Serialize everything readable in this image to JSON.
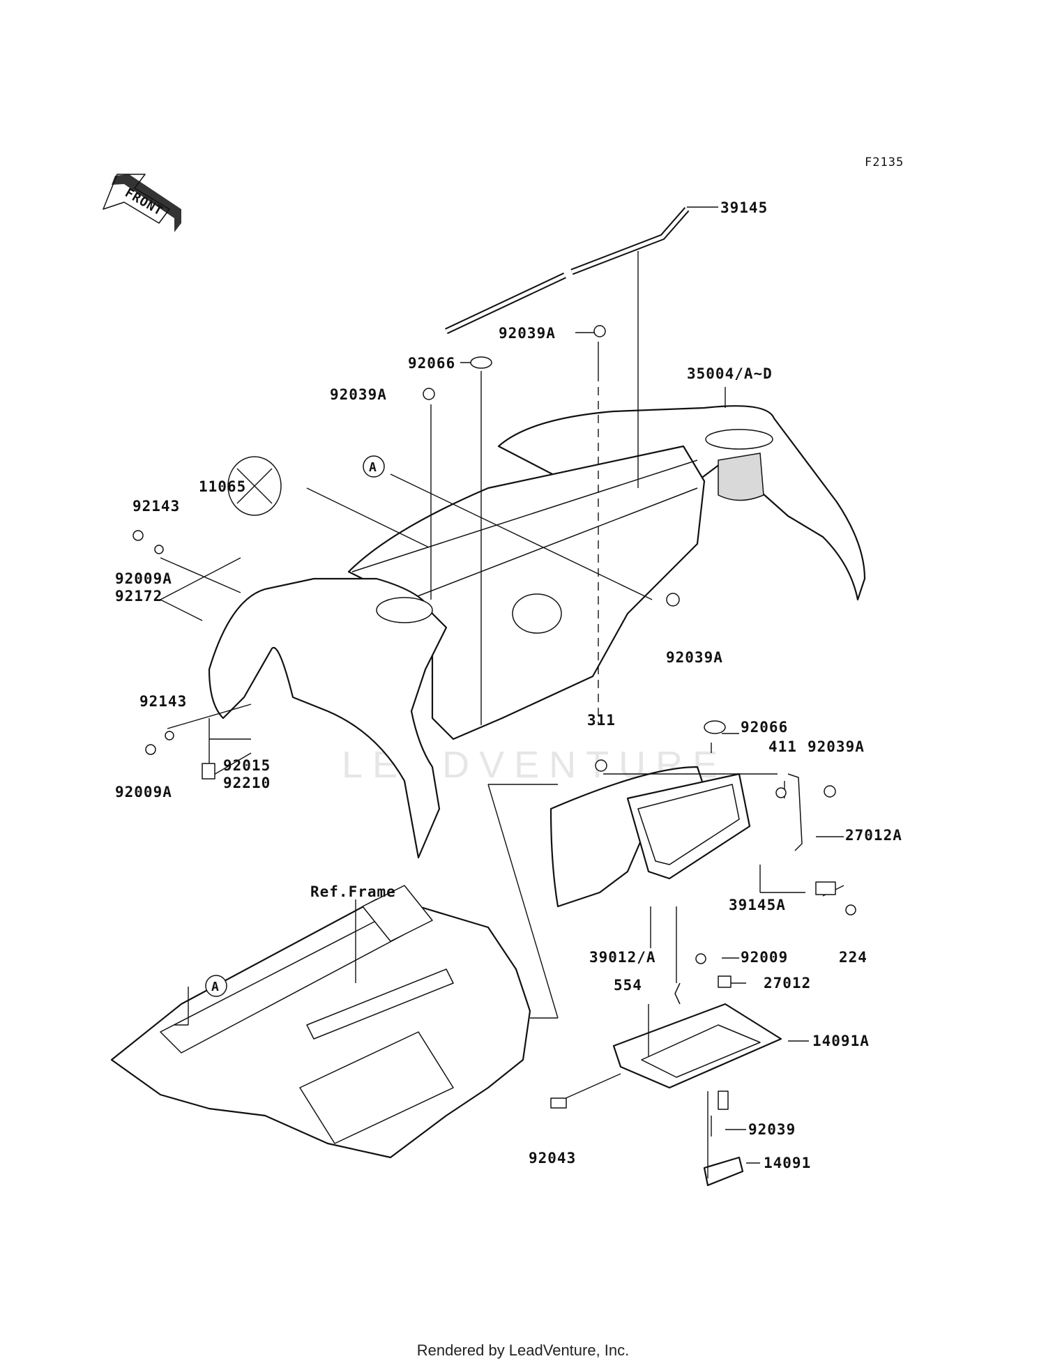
{
  "figure": {
    "code": "F2135",
    "front_label": "FRONT",
    "ref_frame_label": "Ref.Frame",
    "view_marker": "A"
  },
  "parts": {
    "p39145": "39145",
    "p92039A_top": "92039A",
    "p92066_top": "92066",
    "p35004": "35004/A~D",
    "p92039A_left": "92039A",
    "p11065": "11065",
    "p92143_top": "92143",
    "p92009A_top": "92009A",
    "p92172": "92172",
    "p92039A_mid": "92039A",
    "p92143_low": "92143",
    "p92009A_low": "92009A",
    "p92015": "92015",
    "p92210": "92210",
    "p311": "311",
    "p92066_low": "92066",
    "p411": "411",
    "p92039A_right": "92039A",
    "p27012A": "27012A",
    "p39145A": "39145A",
    "p224": "224",
    "p39012": "39012/A",
    "p92009": "92009",
    "p554": "554",
    "p27012": "27012",
    "p14091A": "14091A",
    "p92039": "92039",
    "p14091": "14091",
    "p92043": "92043"
  },
  "watermark": {
    "text": "LEADVENTURE"
  },
  "footer": {
    "text": "Rendered by LeadVenture, Inc."
  }
}
